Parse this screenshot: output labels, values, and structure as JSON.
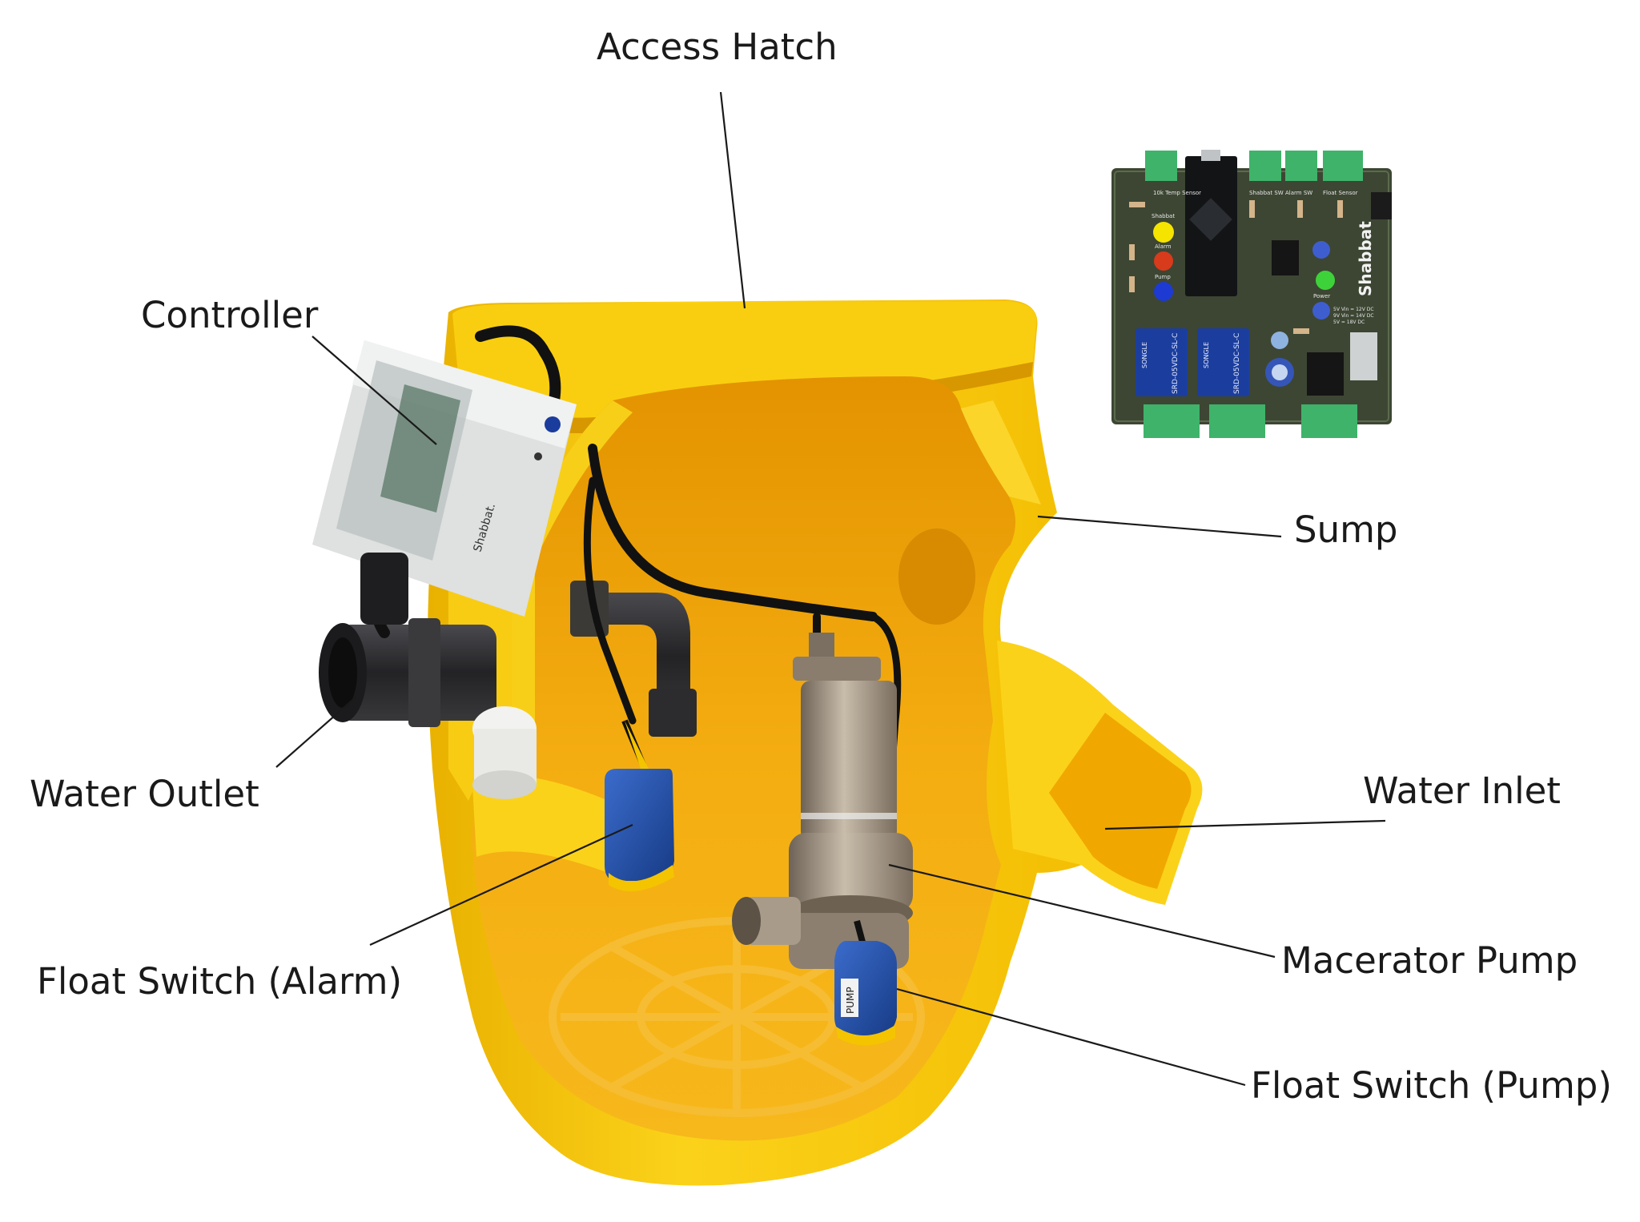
{
  "labels": {
    "access_hatch": "Access Hatch",
    "controller": "Controller",
    "sump": "Sump",
    "water_outlet": "Water Outlet",
    "water_inlet": "Water Inlet",
    "macerator_pump": "Macerator Pump",
    "float_switch_alarm": "Float Switch (Alarm)",
    "float_switch_pump": "Float Switch (Pump)"
  },
  "controller_board": {
    "brand": "Shabbat",
    "indicators": [
      "Shabbat",
      "Alarm",
      "Pump",
      "Power"
    ],
    "relay_brand": "SONGLE",
    "relay_model": "SRD-05VDC-SL-C",
    "voltage_notes": [
      "5V Vin = 12V DC",
      "9V Vin = 14V DC",
      "5V = 18V DC"
    ],
    "header_labels": [
      "10k Temp Sensor",
      "Shabbat SW",
      "Alarm SW",
      "Float Sensor"
    ]
  },
  "float_switch_tag": "PUMP",
  "controller_box_text": "Shabbat.",
  "colors": {
    "sump_yellow": "#f7c600",
    "sump_inner": "#f2a500",
    "sump_shadow": "#d98a00",
    "float_blue": "#1f4fa8",
    "pcb_green": "#3f4a34",
    "terminal_green": "#3fb36a",
    "pipe_dark": "#2a2a2c",
    "pump_steel": "#9c8f7f",
    "leader_line": "#1a1a1a"
  }
}
